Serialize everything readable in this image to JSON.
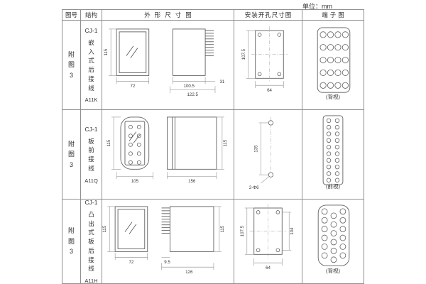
{
  "page": {
    "unit_label": "单位：mm"
  },
  "table": {
    "headers": [
      "图号",
      "结构",
      "外形尺寸图",
      "安装开孔尺寸图",
      "端子图"
    ],
    "rows": [
      {
        "figure_no": "附图3",
        "model": "CJ-1",
        "mount_type": "嵌入式后接线",
        "code": "A11K",
        "outline": {
          "height": "115",
          "width": "72",
          "body_depth": "100.5",
          "total_depth": "122.5",
          "pin_depth": "31"
        },
        "mounting": {
          "height": "107.5",
          "width": "64"
        },
        "terminal": {
          "view_label": "(背视)"
        }
      },
      {
        "figure_no": "附图3",
        "model": "CJ-1",
        "mount_type": "板前接线",
        "code": "A11Q",
        "outline": {
          "height": "115",
          "width": "105",
          "total_depth": "156",
          "side_height": "115"
        },
        "mounting": {
          "spacing": "135",
          "holes": "2-Φ6"
        },
        "terminal": {
          "view_label": "(前视)"
        }
      },
      {
        "figure_no": "附图3",
        "model": "CJ-1",
        "mount_type": "凸出式板后接线",
        "code": "A11H",
        "outline": {
          "height": "115",
          "width": "72",
          "pin_depth": "9.5",
          "total_depth": "126",
          "side_height": "115"
        },
        "mounting": {
          "height": "107.5",
          "inner_height": "104",
          "width": "64"
        },
        "terminal": {
          "view_label": "(背视)"
        }
      }
    ]
  }
}
